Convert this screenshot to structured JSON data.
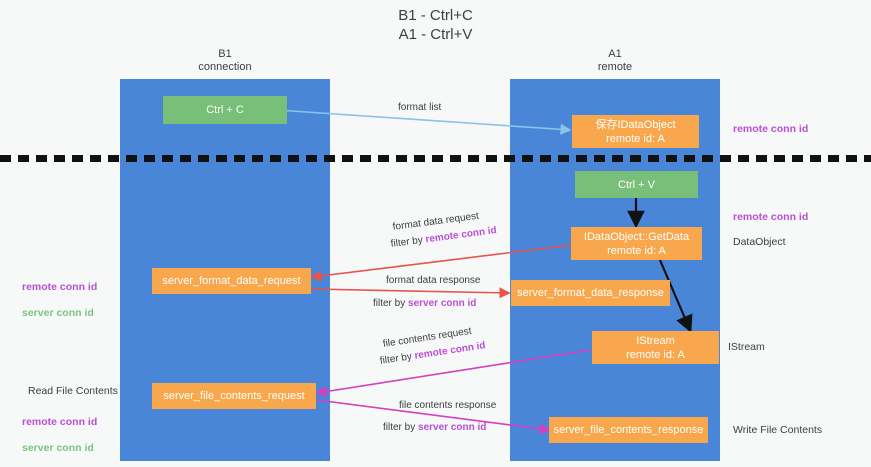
{
  "title": "B1 - Ctrl+C\nA1 - Ctrl+V",
  "lanes": [
    {
      "header": "B1\nconnection"
    },
    {
      "header": "A1\nremote"
    }
  ],
  "nodes": {
    "ctrl_c": "Ctrl + C",
    "ctrl_v": "Ctrl + V",
    "idataobject_save": "保存IDataObject\nremote id: A",
    "getdata": "IDataObject::GetData\nremote id: A",
    "server_format_data_request": "server_format_data_request",
    "server_format_data_response": "server_format_data_response",
    "istream": "IStream\nremote id: A",
    "server_file_contents_request": "server_file_contents_request",
    "server_file_contents_response": "server_file_contents_response"
  },
  "edges": {
    "format_list": "format list",
    "format_data_request": "format data request",
    "format_data_request_filter_prefix": "filter by ",
    "format_data_request_filter_key": "remote conn id",
    "format_data_response": "format data response",
    "format_data_response_filter_prefix": "filter by ",
    "format_data_response_filter_key": "server conn id",
    "file_contents_request": "file contents request",
    "file_contents_request_filter_prefix": "filter by ",
    "file_contents_request_filter_key": "remote conn id",
    "file_contents_response": "file contents response",
    "file_contents_response_filter_prefix": "filter by ",
    "file_contents_response_filter_key": "server conn id"
  },
  "annotations": {
    "right_remote_conn_id_top": "remote conn id",
    "right_remote_conn_id_mid": "remote conn id",
    "right_dataobject": "DataObject",
    "right_istream": "IStream",
    "right_write_file_contents": "Write File Contents",
    "left_read_file_contents": "Read File Contents",
    "left_legend_mid_remote": "remote conn id",
    "left_legend_mid_server": "server conn id",
    "left_legend_bot_remote": "remote conn id",
    "left_legend_bot_server": "server conn id"
  },
  "colors": {
    "lane": "#4a86d8",
    "node_orange": "#f9a74c",
    "node_green": "#78c07a",
    "purple": "#b94fd6",
    "green_text": "#7bc47f",
    "arrow_blue": "#8cc3e8",
    "arrow_red": "#e8534a",
    "arrow_magenta": "#d43fc0",
    "arrow_black": "#111111",
    "background": "#f7f8f8"
  }
}
